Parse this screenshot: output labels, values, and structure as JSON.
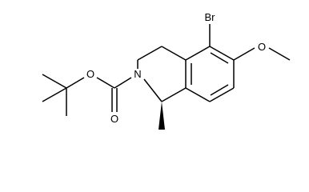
{
  "atoms": {
    "bromine": "Br",
    "ring_oxygen_methoxy": "O",
    "ester_oxygen": "O",
    "carbonyl_oxygen": "O",
    "ring_nitrogen": "N"
  },
  "colors": {
    "bond": "#000000",
    "label": "#000000",
    "background": "#ffffff"
  }
}
